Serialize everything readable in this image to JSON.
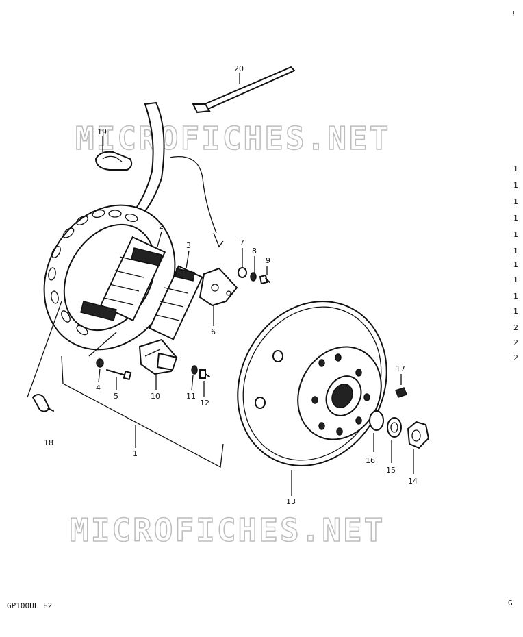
{
  "watermarks": [
    "MICROFICHES.NET",
    "MICROFICHES.NET"
  ],
  "callouts": [
    "1",
    "2",
    "3",
    "4",
    "5",
    "6",
    "7",
    "8",
    "9",
    "10",
    "11",
    "12",
    "13",
    "14",
    "15",
    "16",
    "17",
    "18",
    "19",
    "20"
  ],
  "footer": {
    "model": "GP100UL E2",
    "page_mark": "G"
  },
  "edge_marks": [
    "1",
    "1",
    "1",
    "1",
    "1",
    "1",
    "1",
    "1",
    "1",
    "1",
    "2",
    "2",
    "2"
  ],
  "exclaim": "!"
}
